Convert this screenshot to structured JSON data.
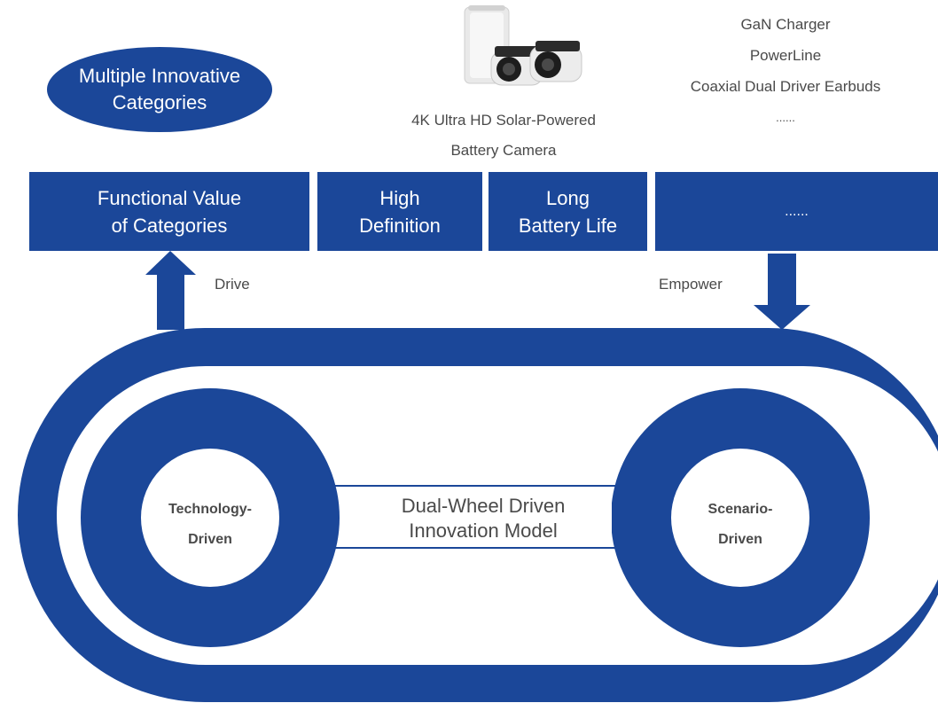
{
  "oval": {
    "label": "Multiple Innovative Categories"
  },
  "product": {
    "caption_line1": "4K Ultra HD Solar-Powered",
    "caption_line2": "Battery Camera"
  },
  "category_list": [
    "GaN Charger",
    "PowerLine",
    "Coaxial Dual Driver Earbuds",
    "......"
  ],
  "bar": {
    "functional_value": [
      "Functional Value",
      "of Categories"
    ],
    "high_definition": [
      "High",
      "Definition"
    ],
    "long_battery_life": [
      "Long",
      "Battery Life"
    ],
    "more": "......"
  },
  "arrows": {
    "drive": "Drive",
    "empower": "Empower"
  },
  "model": {
    "title_line1": "Dual-Wheel Driven",
    "title_line2": "Innovation Model",
    "left_wheel": [
      "Technology-",
      "Driven"
    ],
    "right_wheel": [
      "Scenario-",
      "Driven"
    ]
  },
  "colors": {
    "primary_blue": "#1b4799",
    "text_gray": "#4a4a4a",
    "background": "#ffffff"
  }
}
